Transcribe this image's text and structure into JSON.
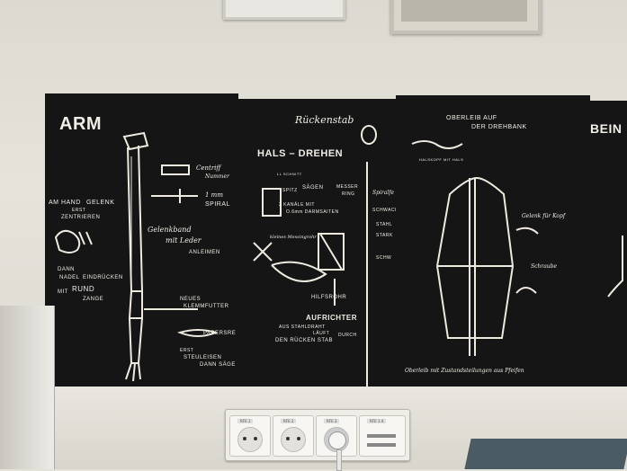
{
  "panel_arm": {
    "title": "ARM",
    "l_am_hand": "AM HAND",
    "l_gelenk": "GELENK",
    "l_erst": "ERST",
    "l_zentrieren": "ZENTRIEREN",
    "l_dann": "DANN",
    "l_nadel": "NADEL",
    "l_eindruecken": "EINDRÜCKEN",
    "l_mit": "MIT",
    "l_rund": "RUND",
    "l_zange": "ZANGE",
    "l_centriff": "Centriff",
    "l_nummer": "Nummer",
    "l_1mm": "1 mm",
    "l_spirale": "SPIRAL",
    "l_gelenkband": "Gelenkband",
    "l_mit_leder": "mit Leder",
    "l_anleimen": "ANLEIMEN",
    "l_neues": "NEUES",
    "l_klemmfutter": "KLEMMFUTTER",
    "l_papersreif": "PAPERSREIF",
    "l_erst2": "ERST",
    "l_steuleisen": "STEULEISEN",
    "l_dann_saege": "DANN SÄGE"
  },
  "panel_hals": {
    "title_ruecken": "Rückenstab",
    "title_hals": "HALS – DREHEN",
    "l_schnitt": "LL SCHNITT",
    "l_spitz": "SPITZ",
    "l_saegen": "SÄGEN",
    "l_kanaele": "2 KANÄLE MIT",
    "l_darmsaiten": "O.6mm DARMSAITEN",
    "l_messing": "kleines Messingrohr",
    "l_messer": "MESSER",
    "l_ring": "RING",
    "l_spiralfeder": "Spiralfe",
    "l_stahl": "STAHL",
    "l_schwach": "SCHWACH",
    "l_stark": "STARK",
    "l_hilfsrohr": "HILFSROHR",
    "l_aufrichter": "AUFRICHTER",
    "l_aus_stahl": "AUS STAHLDRAHT",
    "l_laeuft": "LÄUFT",
    "l_durch": "DURCH",
    "l_den_ruecken": "DEN RÜCKEN STAB",
    "l_schw": "SCHW"
  },
  "panel_torso": {
    "title_oberleib": "OBERLEIB AUF",
    "title_drehbank": "DER DREHBANK",
    "l_hals_handkopf": "HALSKOPF MIT HALS",
    "l_gelenk_kopf": "Gelenk für Kopf",
    "l_schraube": "Schraube",
    "l_oberleib_foot": "Oberleib mit Zustandsteilungen aus Pfeifen"
  },
  "panel_bein": {
    "title": "BEIN"
  },
  "socket_labels": [
    "RFE 1",
    "RFE 2",
    "RFE 3",
    "RFE 1.4"
  ]
}
